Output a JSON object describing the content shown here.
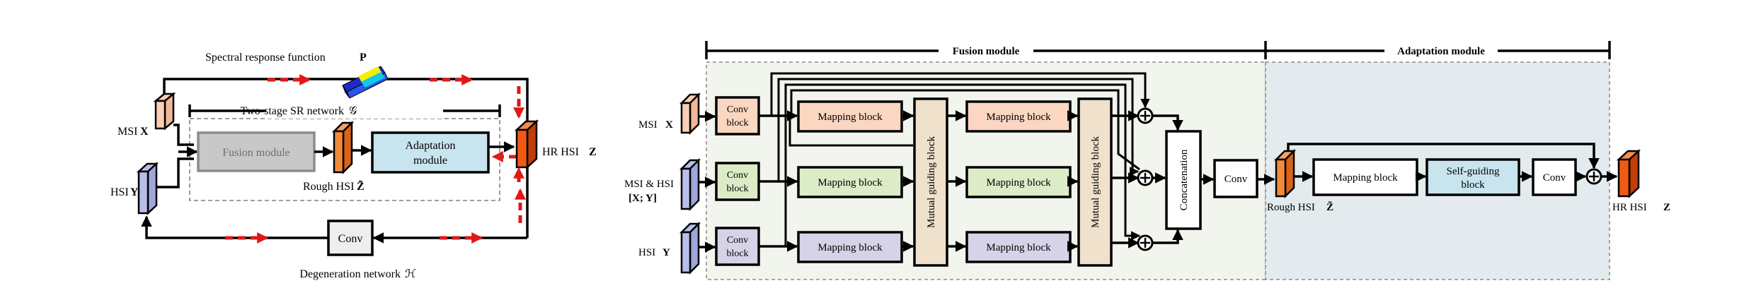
{
  "left": {
    "srf_label": "Spectral response function",
    "srf_symbol": "P",
    "sr_label": "Two-stage SR network",
    "sr_symbol": "𝒢",
    "msi_label": "MSI",
    "msi_symbol": "X",
    "hsi_label": "HSI",
    "hsi_symbol": "Y",
    "fusion_label": "Fusion module",
    "rough_label": "Rough HSI",
    "rough_symbol": "Z̃",
    "adapt_line1": "Adaptation",
    "adapt_line2": "module",
    "hr_label": "HR HSI",
    "hr_symbol": "Z",
    "conv_label": "Conv",
    "degen_label": "Degeneration network",
    "degen_symbol": "ℋ"
  },
  "right": {
    "fusion_title": "Fusion module",
    "adapt_title": "Adaptation module",
    "msi_label": "MSI",
    "msi_symbol": "X",
    "mshsi_label": "MSI & HSI",
    "mshsi_symbol": "[X; Y]",
    "hsi_label": "HSI",
    "hsi_symbol": "Y",
    "conv_block_line1": "Conv",
    "conv_block_line2": "block",
    "mapping_block": "Mapping block",
    "mutual_guiding": "Mutual guiding block",
    "concatenation": "Concatenation",
    "conv": "Conv",
    "rough_label": "Rough HSI",
    "rough_symbol": "Z̃",
    "self_guiding_line1": "Self-guiding",
    "self_guiding_line2": "block",
    "hr_label": "HR HSI",
    "hr_symbol": "Z"
  },
  "colors": {
    "msi": "#f9cfb4",
    "hsi": "#b8bfe8",
    "rough": "#f28a3c",
    "hr": "#ef5a14",
    "fusion_gray": "#c8c8c8",
    "adaptation": "#c8e4ee",
    "conv_orange": "#fbd7c2",
    "conv_green": "#dcecc6",
    "conv_purple": "#d6d3e8",
    "mutual": "#efe1cc",
    "fusion_bg": "#f2f4ee",
    "adapt_bg": "#e3ebee",
    "red_arrow": "#e01818"
  }
}
